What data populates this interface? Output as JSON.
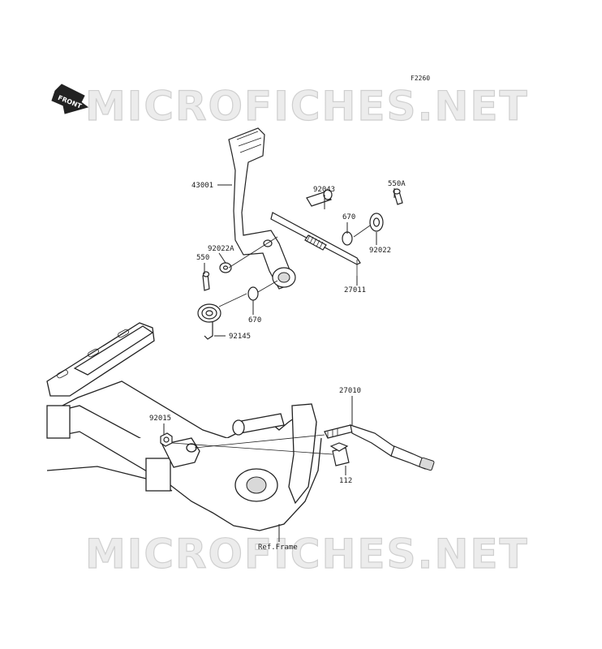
{
  "figure_code": "F2260",
  "front_marker": "FRONT",
  "watermark_text": "MICROFICHES.NET",
  "labels": {
    "p43001": "43001",
    "p92043": "92043",
    "p550A": "550A",
    "p670_top": "670",
    "p92022": "92022",
    "p92022A": "92022A",
    "p550": "550",
    "p27011": "27011",
    "p670_bottom": "670",
    "p92145": "92145",
    "p92015": "92015",
    "p27010": "27010",
    "p112": "112",
    "ref_frame": "Ref.Frame"
  }
}
